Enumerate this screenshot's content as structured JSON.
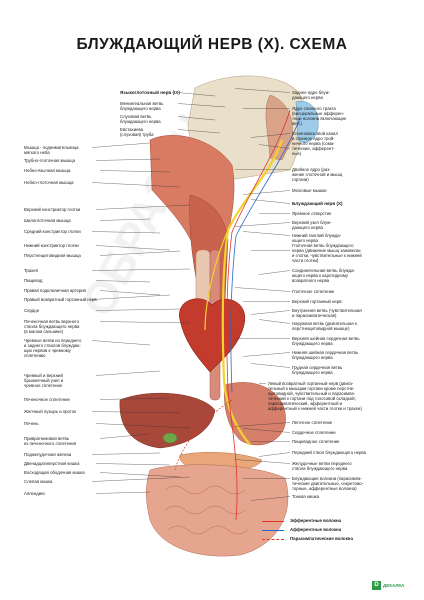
{
  "title": "БЛУЖДАЮЩИЙ НЕРВ (X). СХЕМА",
  "watermark": "ОБРАЗЕЦ",
  "logo": {
    "mark": "D",
    "text": "ДЕКАЛКА"
  },
  "colors": {
    "efferent": "#e0322b",
    "afferent": "#2a67c9",
    "parasympathetic": "#d9381f",
    "nerve_yellow": "#f2d22e",
    "tissue": "#d97a63",
    "bone": "#eadfc8"
  },
  "legend": [
    {
      "label": "Эфферентные волокна",
      "style": "solid",
      "color": "#e0322b"
    },
    {
      "label": "Афферентные волокна",
      "style": "solid",
      "color": "#2a67c9"
    },
    {
      "label": "Парасимпатические волокна",
      "style": "dashed",
      "color": "#d9381f"
    }
  ],
  "top_labels": [
    {
      "text": "Языкоглоточный нерв (IX)",
      "bold": true
    },
    {
      "text": "Менингеальная ветвь",
      "bold": false
    },
    {
      "text": "блуждающего нерва",
      "bold": false
    },
    {
      "text": "Слуховая ветвь",
      "bold": false
    },
    {
      "text": "блуждающего нерва",
      "bold": false
    },
    {
      "text": "Евстахиева",
      "bold": false
    },
    {
      "text": "(слуховая) труба",
      "bold": false
    }
  ],
  "left_labels": [
    "Мышца - поднимательница",
    "мягкого неба",
    "Трубно-глоточная мышца",
    "Небно-язычная мышца",
    "Небно-глоточная мышца",
    "Верхний констриктор глотки",
    "Шилоглоточная мышца",
    "Средний констриктор глотки",
    "Нижний констриктор глотки",
    "Перстнещитовидная мышца",
    "Трахея",
    "Пищевод",
    "Правая подключичная артерия",
    "Правый возвратный гортанный нерв",
    "Сердце",
    "Печеночная ветвь верхнего",
    "ствола блуждающего нерва",
    "(в малом сальнике)",
    "Чревные ветви из переднего",
    "и заднего стволов блуждаю-",
    "щих нервов к чревному",
    "сплетению",
    "Чревный и верхний",
    "брыжеечный узел и",
    "чревное сплетение",
    "Печеночное сплетение",
    "Желчный пузырь и проток",
    "Печень",
    "Привратниковая ветвь",
    "из печеночного сплетения",
    "Поджелудочная железа",
    "Двенадцатиперстная кишка",
    "Восходящая ободочная кишка",
    "Слепая кишка",
    "Аппендикс"
  ],
  "right_labels": [
    {
      "text": "Заднее ядро блуж-",
      "bold": false
    },
    {
      "text": "дающего нерва",
      "bold": false
    },
    {
      "text": "Ядро слинного тракта",
      "bold": false
    },
    {
      "text": "(висцеральные афферен-",
      "bold": false
    },
    {
      "text": "тные волокна включающие",
      "bold": false
    },
    {
      "text": "вкус)",
      "bold": false
    },
    {
      "text": "Спинномозговой канал",
      "bold": false
    },
    {
      "text": "и спинное ядро трой-",
      "bold": false
    },
    {
      "text": "ничного нерва (сома-",
      "bold": false
    },
    {
      "text": "тические, афферент-",
      "bold": false
    },
    {
      "text": "ные)",
      "bold": false
    },
    {
      "text": "Двойное ядро (раз-",
      "bold": false
    },
    {
      "text": "жение глоточной и мышц",
      "bold": false
    },
    {
      "text": "гортани)",
      "bold": false
    },
    {
      "text": "Мозговые мышки",
      "bold": false
    },
    {
      "text": "Блуждающий нерв (X)",
      "bold": true
    },
    {
      "text": "Яремное отверстие",
      "bold": false
    },
    {
      "text": "Верхний узел блуж-",
      "bold": false
    },
    {
      "text": "дающего нерва",
      "bold": false
    },
    {
      "text": "Нижний ганглий блужда-",
      "bold": false
    },
    {
      "text": "ющего нерва",
      "bold": false
    },
    {
      "text": "Глоточная ветвь блуждающего",
      "bold": false
    },
    {
      "text": "нерва (движение мышц занавески",
      "bold": false
    },
    {
      "text": "и глотки, чувствительные к нижней",
      "bold": false
    },
    {
      "text": "части глотки)",
      "bold": false
    },
    {
      "text": "Соединительная ветвь блужда-",
      "bold": false
    },
    {
      "text": "ющего нерва к каротидному",
      "bold": false
    },
    {
      "text": "возвратного нерва",
      "bold": false
    },
    {
      "text": "Глоточное сплетение",
      "bold": false
    },
    {
      "text": "Верхний гортанный нерв:",
      "bold": false
    },
    {
      "text": "Внутренняя ветвь (чувствительная",
      "bold": false
    },
    {
      "text": "и парасимпатическая)",
      "bold": false
    },
    {
      "text": "Наружная ветвь (двигательная к",
      "bold": false
    },
    {
      "text": "перстнещитовидной мышце)",
      "bold": false
    },
    {
      "text": "Верхняя шейная сердечная ветвь",
      "bold": false
    },
    {
      "text": "блуждающего нерва",
      "bold": false
    },
    {
      "text": "Нижняя шейная сердечная ветвь",
      "bold": false
    },
    {
      "text": "блуждающего нерва",
      "bold": false
    },
    {
      "text": "Грудная сердечная ветвь",
      "bold": false
    },
    {
      "text": "блуждающего нерва",
      "bold": false
    },
    {
      "text": "Левый возвратный гортанный нерв (двига-",
      "bold": false
    },
    {
      "text": "тельный к мышцам гортани кроме перстне-",
      "bold": false
    },
    {
      "text": "щитовидной, чувствительный и парасимпа-",
      "bold": false
    },
    {
      "text": "тический к гортани под голосовой складкой;",
      "bold": false
    },
    {
      "text": "парасимпатический, эфферентный и",
      "bold": false
    },
    {
      "text": "афферентный к нижней части глотки и трахеи)",
      "bold": false
    },
    {
      "text": "Легочное сплетение",
      "bold": false
    },
    {
      "text": "Сердечное сплетение",
      "bold": false
    },
    {
      "text": "Пищеводное сплетение",
      "bold": false
    },
    {
      "text": "Передний ствол блуждающего нерва",
      "bold": false
    },
    {
      "text": "Желудочные ветви переднего",
      "bold": false
    },
    {
      "text": "ствола блуждающего нерва",
      "bold": false
    },
    {
      "text": "Блуждающие волокна (парасимпа-",
      "bold": false
    },
    {
      "text": "тические двигательные, секретомо-",
      "bold": false
    },
    {
      "text": "торные, афферентные волокна)",
      "bold": false
    },
    {
      "text": "Тонкая кишка",
      "bold": false
    }
  ]
}
